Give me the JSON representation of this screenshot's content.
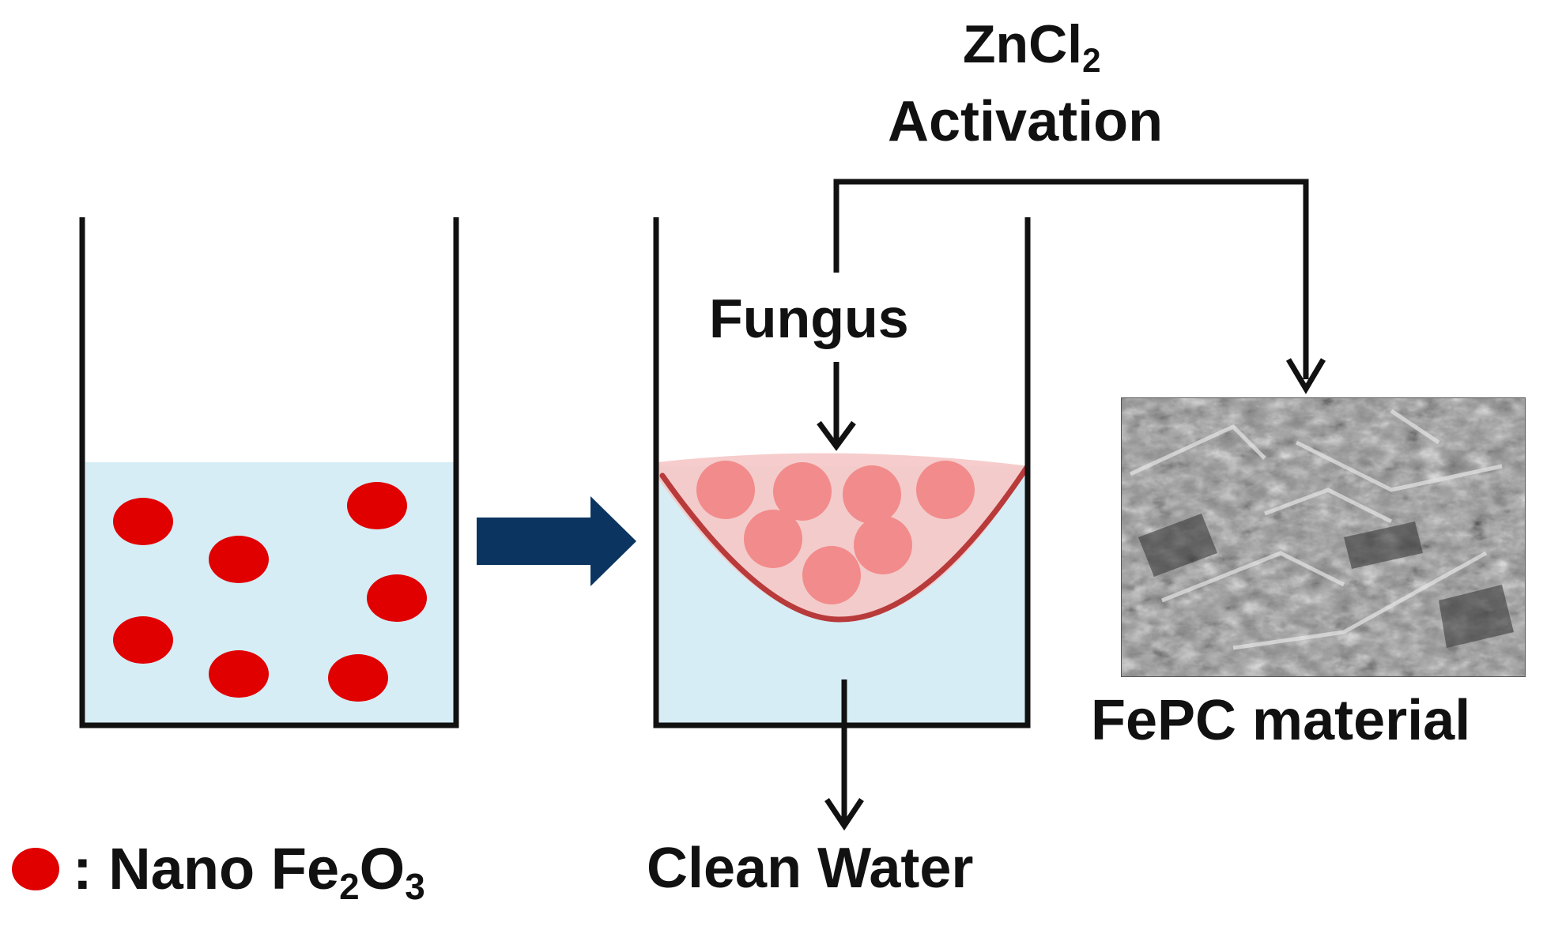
{
  "labels": {
    "activation_agent_base": "ZnCl",
    "activation_agent_sub": "2",
    "activation_step": "Activation",
    "fungus": "Fungus",
    "product": "FePC material",
    "output": "Clean Water",
    "legend_prefix": ":",
    "legend_text_a": "Nano Fe",
    "legend_sub_a": "2",
    "legend_text_b": "O",
    "legend_sub_b": "3"
  },
  "colors": {
    "water": "#d6edf5",
    "beaker_line": "#111111",
    "nanoparticle": "#e00000",
    "adsorbed_particle": "#f28b8b",
    "fungus_mat": "#f6c6c6",
    "fungus_outline": "#b83a3a",
    "process_arrow": "#0b3560",
    "connector": "#111111"
  },
  "icons": {
    "process_arrow": "block-arrow-right-icon",
    "legend_marker": "red-dot-icon",
    "product_image": "sem-micrograph-image"
  }
}
